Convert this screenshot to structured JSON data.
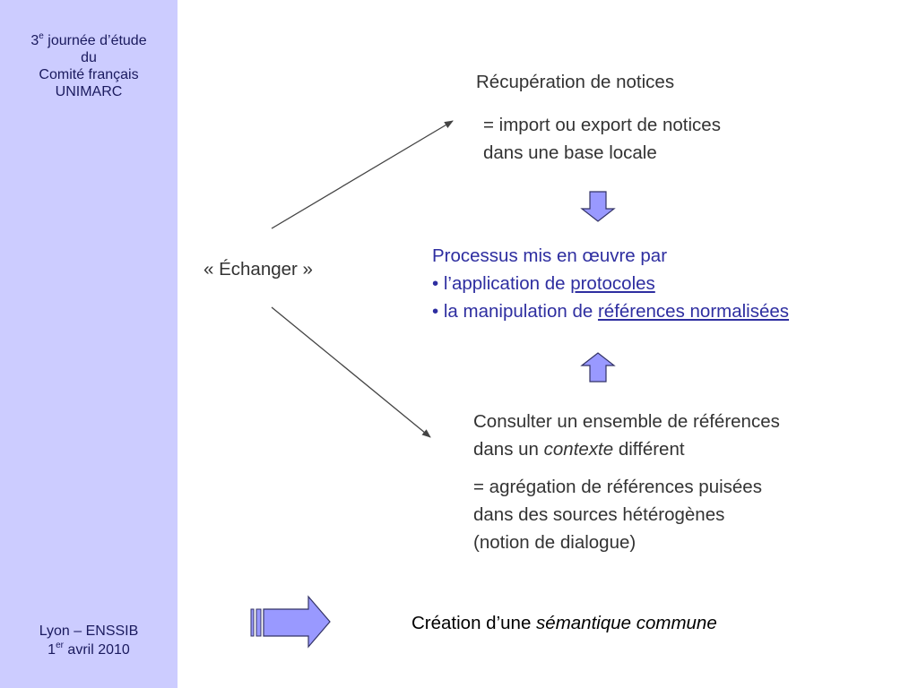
{
  "sidebar": {
    "header_line1_num": "3",
    "header_line1_sup": "e",
    "header_line1_rest": " journée d’étude",
    "header_line2": "du",
    "header_line3": "Comité français",
    "header_line4": "UNIMARC",
    "footer_line1": "Lyon – ENSSIB",
    "footer_line2_num": "1",
    "footer_line2_sup": "er",
    "footer_line2_rest": " avril 2010"
  },
  "center_label": "« Échanger »",
  "top_block": {
    "title": "Récupération de notices",
    "line1": "= import ou export de notices",
    "line2": "dans une base locale"
  },
  "middle_block": {
    "title": "Processus mis en œuvre par",
    "item1_prefix": "• l’application de ",
    "item1_link": "protocoles",
    "item2_prefix": "• la manipulation de ",
    "item2_link": "références normalisées"
  },
  "bottom_block": {
    "line1": "Consulter un ensemble de références",
    "line2_prefix": "dans un ",
    "line2_italic": "contexte",
    "line2_suffix": " différent",
    "line3": "= agrégation de références puisées",
    "line4": "dans des sources hétérogènes",
    "line5": "(notion de dialogue)"
  },
  "conclusion": {
    "prefix": "Création d’une ",
    "italic": "sémantique commune"
  },
  "colors": {
    "sidebar_bg": "#ccccff",
    "arrow_fill": "#9999ff",
    "link_blue": "#2e2ea0"
  }
}
